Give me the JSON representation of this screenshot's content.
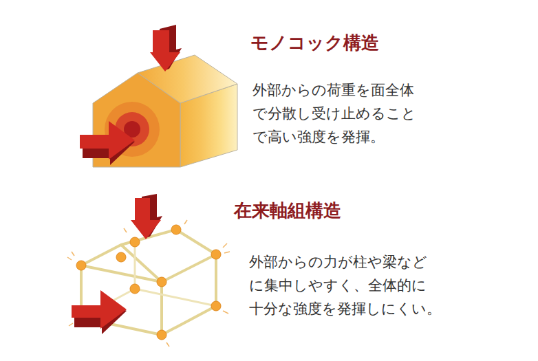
{
  "diagram": {
    "labels": [
      "モノコック構造",
      "外部からの荷重を面全体 で分散し受け止めること で高い強度を発揮。",
      "在来軸組構造",
      "外部からの力が柱や梁など に集中しやすく、全体的に 十分な強度を発揮しにくい。"
    ]
  }
}
